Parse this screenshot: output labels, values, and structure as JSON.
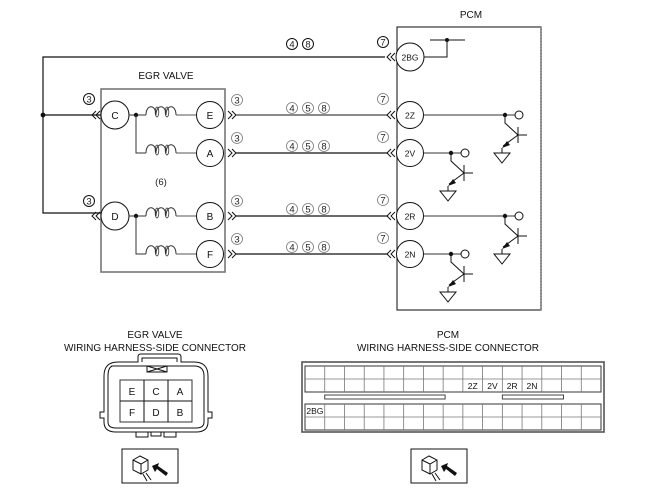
{
  "diagram": {
    "pcm_title": "PCM",
    "egr_title": "EGR VALVE",
    "egr_note": "6",
    "egr_pins_left": [
      {
        "id": "C",
        "note": "3"
      },
      {
        "id": "D",
        "note": "3"
      }
    ],
    "egr_pins_right": [
      {
        "id": "E",
        "note": "3",
        "wire_notes": [
          "4",
          "5",
          "8"
        ]
      },
      {
        "id": "A",
        "note": "3",
        "wire_notes": [
          "4",
          "5",
          "8"
        ]
      },
      {
        "id": "B",
        "note": "3",
        "wire_notes": [
          "4",
          "5",
          "8"
        ]
      },
      {
        "id": "F",
        "note": "3",
        "wire_notes": [
          "4",
          "5",
          "8"
        ]
      }
    ],
    "pcm_pins": [
      {
        "id": "2BG",
        "note": "7",
        "wire_notes": [
          "4",
          "8"
        ]
      },
      {
        "id": "2Z",
        "note": "7"
      },
      {
        "id": "2V",
        "note": "7"
      },
      {
        "id": "2R",
        "note": "7"
      },
      {
        "id": "2N",
        "note": "7"
      }
    ],
    "connections": [
      {
        "from": "E",
        "to": "2Z"
      },
      {
        "from": "A",
        "to": "2V"
      },
      {
        "from": "B",
        "to": "2R"
      },
      {
        "from": "F",
        "to": "2N"
      },
      {
        "from": "C",
        "to": "2BG"
      },
      {
        "from": "D",
        "to": "2BG"
      }
    ]
  },
  "egr_connector": {
    "title_line1": "EGR VALVE",
    "title_line2": "WIRING HARNESS-SIDE CONNECTOR",
    "rows": [
      [
        "E",
        "C",
        "A"
      ],
      [
        "F",
        "D",
        "B"
      ]
    ]
  },
  "pcm_connector": {
    "title_line1": "PCM",
    "title_line2": "WIRING HARNESS-SIDE CONNECTOR",
    "columns": 15,
    "top_block": [
      [
        "",
        "",
        "",
        "",
        "",
        "",
        "",
        "",
        "",
        "",
        "",
        "",
        "",
        "",
        ""
      ],
      [
        "",
        "",
        "",
        "",
        "",
        "",
        "",
        "",
        "2Z",
        "2V",
        "2R",
        "2N",
        "",
        "",
        ""
      ]
    ],
    "bottom_block": [
      [
        "2BG",
        "",
        "",
        "",
        "",
        "",
        "",
        "",
        "",
        "",
        "",
        "",
        "",
        "",
        ""
      ],
      [
        "",
        "",
        "",
        "",
        "",
        "",
        "",
        "",
        "",
        "",
        "",
        "",
        "",
        "",
        ""
      ]
    ]
  }
}
